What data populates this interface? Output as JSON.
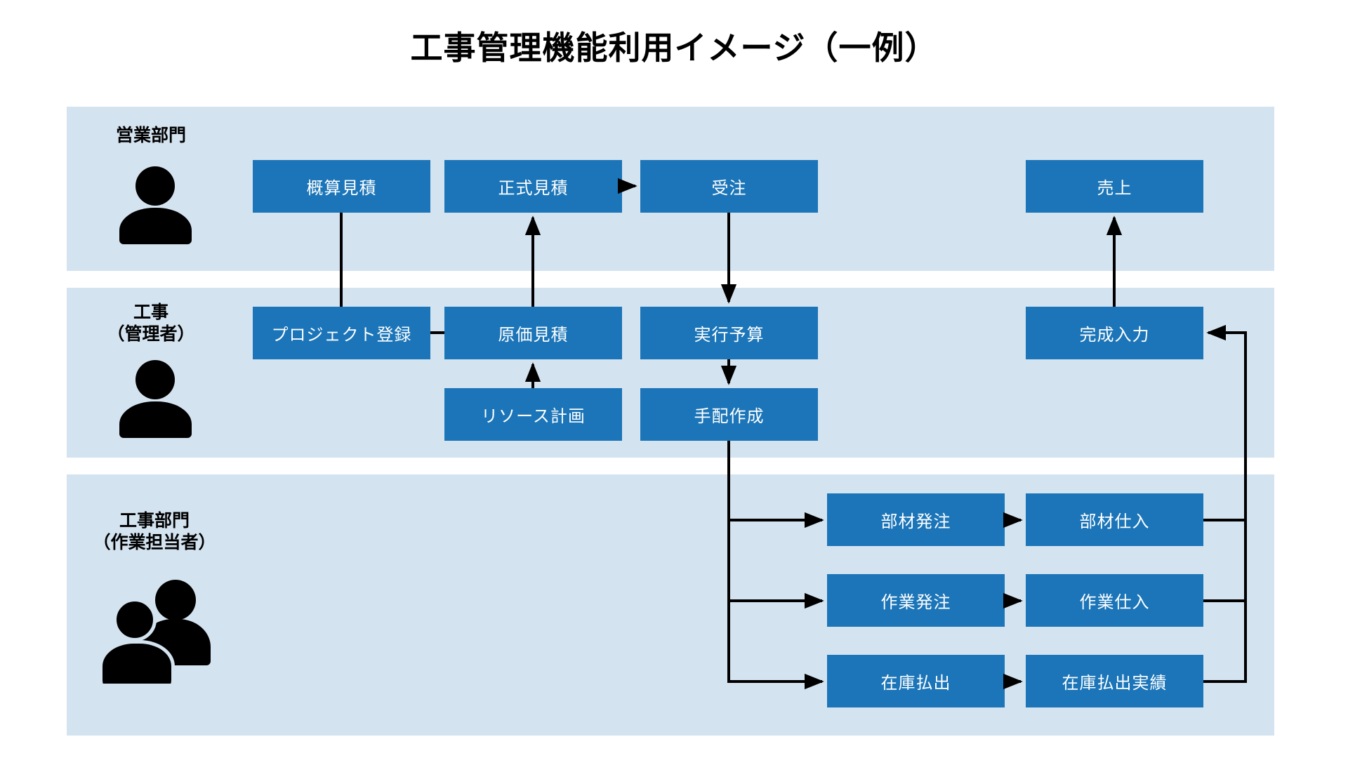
{
  "page": {
    "title": "工事管理機能利用イメージ（一例）",
    "background_color": "#ffffff"
  },
  "colors": {
    "lane_background": "#d4e3f0",
    "box_fill": "#1b75b8",
    "box_text": "#ffffff",
    "connector": "#000000",
    "title_text": "#000000"
  },
  "lanes": [
    {
      "id": "sales",
      "label": "営業部門",
      "label_lines": [
        "営業部門"
      ],
      "actor_icon": "single-person-icon",
      "boxes": [
        {
          "id": "rough-estimate",
          "label": "概算見積"
        },
        {
          "id": "formal-estimate",
          "label": "正式見積"
        },
        {
          "id": "order-received",
          "label": "受注"
        },
        {
          "id": "sales-amount",
          "label": "売上"
        }
      ]
    },
    {
      "id": "manager",
      "label": "工事（管理者）",
      "label_lines": [
        "工事",
        "（管理者）"
      ],
      "actor_icon": "single-person-icon",
      "boxes": [
        {
          "id": "project-reg",
          "label": "プロジェクト登録"
        },
        {
          "id": "cost-estimate",
          "label": "原価見積"
        },
        {
          "id": "exec-budget",
          "label": "実行予算"
        },
        {
          "id": "completion",
          "label": "完成入力"
        },
        {
          "id": "resource-plan",
          "label": "リソース計画"
        },
        {
          "id": "arrangement",
          "label": "手配作成"
        }
      ]
    },
    {
      "id": "field",
      "label": "工事部門（作業担当者）",
      "label_lines": [
        "工事部門",
        "（作業担当者）"
      ],
      "actor_icon": "multiple-people-icon",
      "boxes": [
        {
          "id": "parts-order",
          "label": "部材発注"
        },
        {
          "id": "parts-purchase",
          "label": "部材仕入"
        },
        {
          "id": "work-order",
          "label": "作業発注"
        },
        {
          "id": "work-purchase",
          "label": "作業仕入"
        },
        {
          "id": "stock-issue",
          "label": "在庫払出"
        },
        {
          "id": "stock-result",
          "label": "在庫払出実績"
        }
      ]
    }
  ],
  "connections": [
    {
      "from": "rough-estimate",
      "to": "project-reg",
      "arrow": false
    },
    {
      "from": "formal-estimate",
      "to": "order-received",
      "arrow": true
    },
    {
      "from": "cost-estimate",
      "to": "formal-estimate",
      "arrow": true
    },
    {
      "from": "project-reg",
      "to": "cost-estimate",
      "arrow": false
    },
    {
      "from": "resource-plan",
      "to": "cost-estimate",
      "arrow": true
    },
    {
      "from": "order-received",
      "to": "exec-budget",
      "arrow": true
    },
    {
      "from": "exec-budget",
      "to": "arrangement",
      "arrow": true
    },
    {
      "from": "arrangement",
      "to": "parts-order",
      "arrow": true
    },
    {
      "from": "arrangement",
      "to": "work-order",
      "arrow": true
    },
    {
      "from": "arrangement",
      "to": "stock-issue",
      "arrow": true
    },
    {
      "from": "parts-order",
      "to": "parts-purchase",
      "arrow": true
    },
    {
      "from": "work-order",
      "to": "work-purchase",
      "arrow": true
    },
    {
      "from": "stock-issue",
      "to": "stock-result",
      "arrow": true
    },
    {
      "from": "parts-purchase",
      "to": "completion",
      "arrow": true
    },
    {
      "from": "work-purchase",
      "to": "completion",
      "arrow": true
    },
    {
      "from": "stock-result",
      "to": "completion",
      "arrow": true
    },
    {
      "from": "completion",
      "to": "sales-amount",
      "arrow": true
    }
  ]
}
